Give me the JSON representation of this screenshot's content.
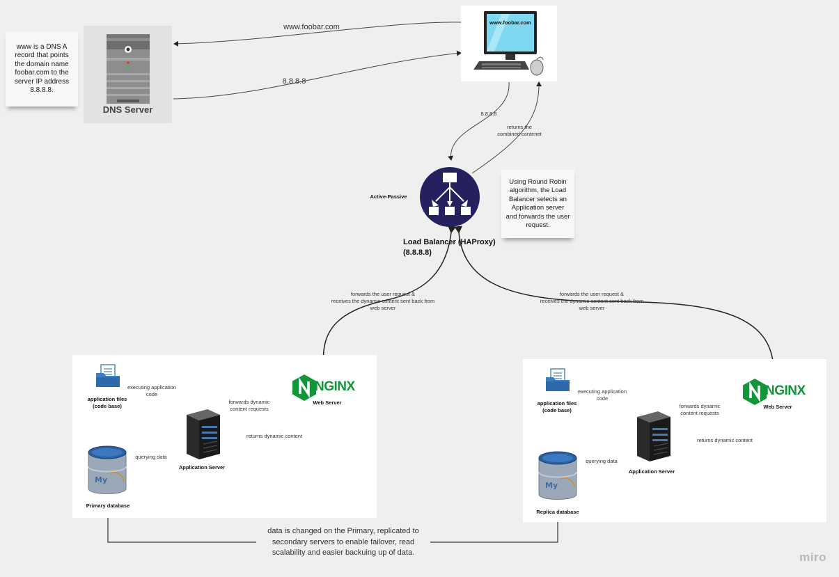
{
  "dns_note": "www is a DNS A record that points the domain name foobar.com to the server IP address 8.8.8.8.",
  "dns_server_label": "DNS Server",
  "client_screen_text": "www.foobar.com",
  "arrow_www": "www.foobar.com",
  "arrow_ip": "8.8.8.8",
  "arrow_ip_small": "8.8.8.8",
  "returns_combined": "returns the\ncombined contenet",
  "lb_mode": "Active-Passive",
  "lb_label": "Load Balancer (HAProxy)\n(8.8.8.8)",
  "round_robin_note": "Using Round Robin algorithm, the Load Balancer selects an Application server and forwards the user request.",
  "forwards_left": "forwards the user request &\nreceives the dynamic content sent back from\nweb server",
  "forwards_right": "forwards the user request &\nreceives the dynamic content sent back from\nweb server",
  "left_cluster": {
    "app_files": "application files\n(code base)",
    "exec_code": "executing application\ncode",
    "forwards_dynamic": "forwards dynamic\ncontent requests",
    "web_server": "Web Server",
    "app_server": "Application Server",
    "returns_dynamic": "returns dynamic content",
    "querying": "querying data",
    "db_label": "Primary database"
  },
  "right_cluster": {
    "app_files": "application files\n(code base)",
    "exec_code": "executing application\ncode",
    "forwards_dynamic": "forwards dynamic\ncontent requests",
    "web_server": "Web Server",
    "app_server": "Application Server",
    "returns_dynamic": "returns dynamic content",
    "querying": "querying data",
    "db_label": "Replica database"
  },
  "nginx_text": "NGINX",
  "replication_note": "data is changed on the Primary, replicated to secondary servers to enable failover, read scalability and easier backuing up of data.",
  "brand": "miro",
  "colors": {
    "lb_circle": "#25215e",
    "nginx_green": "#119639",
    "background": "#efefef"
  }
}
